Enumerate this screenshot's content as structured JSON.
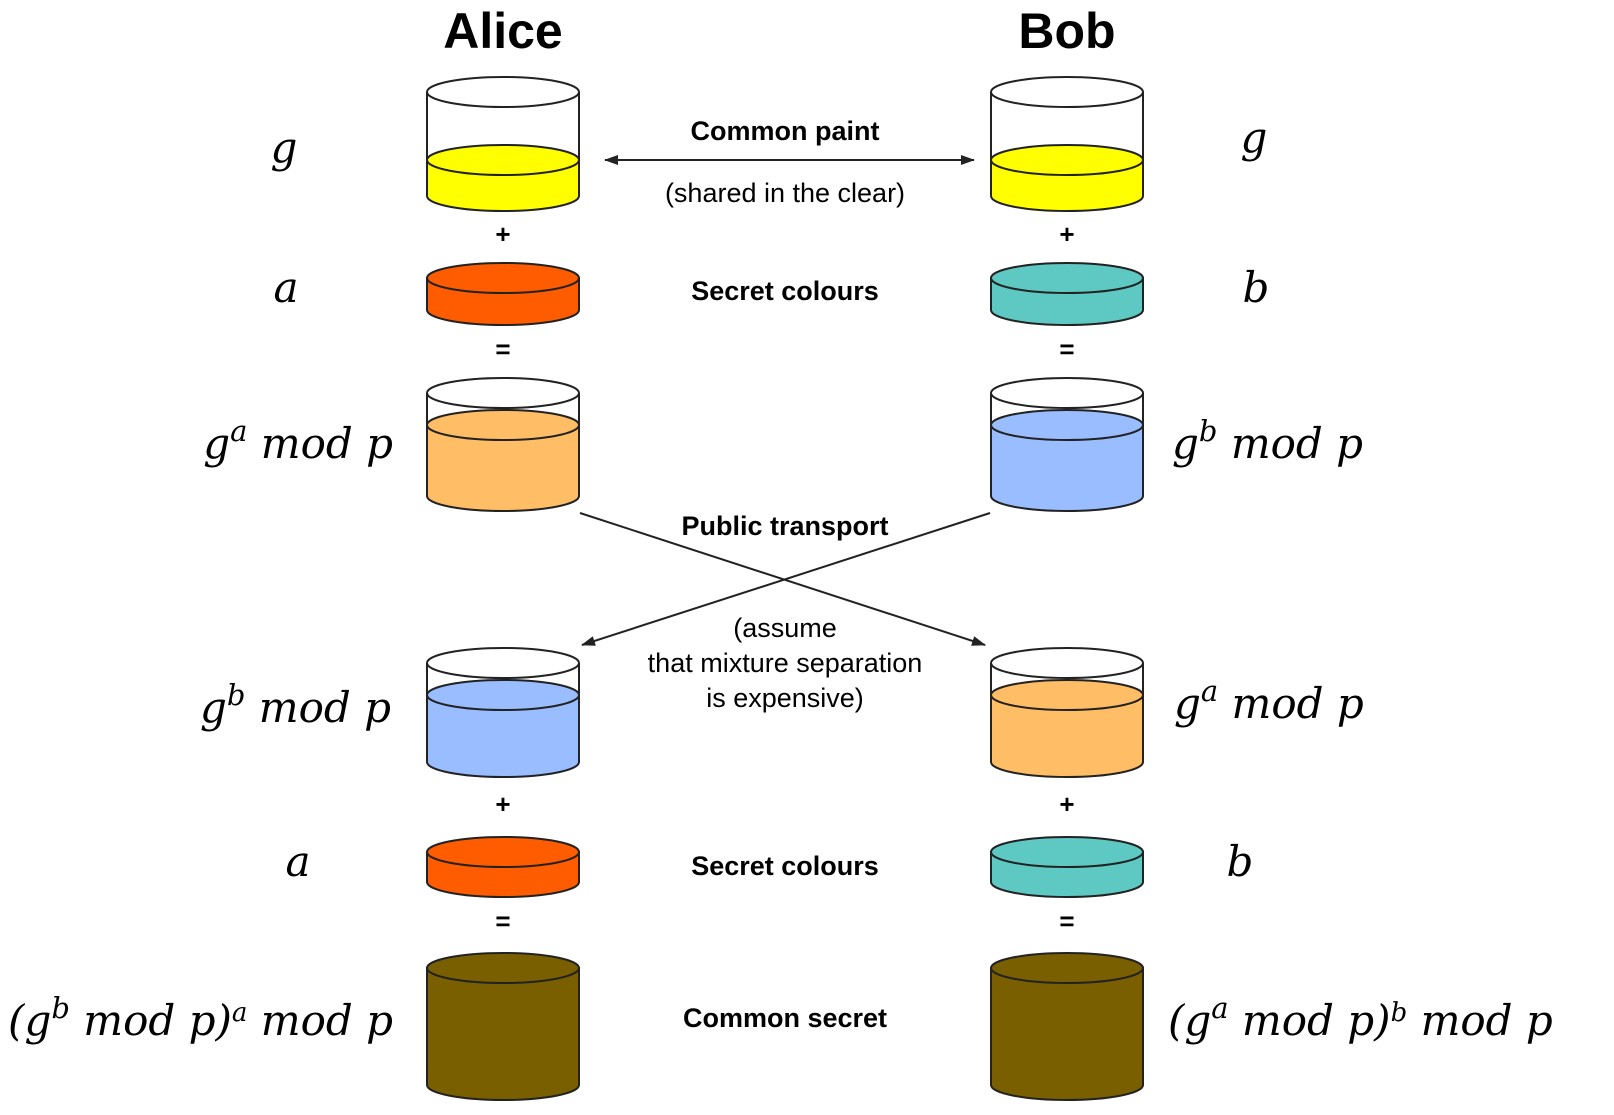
{
  "headers": {
    "alice": "Alice",
    "bob": "Bob"
  },
  "labels": {
    "common_paint": "Common paint",
    "shared_clear": "(shared in the clear)",
    "secret_colours_1": "Secret colours",
    "public_transport": "Public transport",
    "assume_line1": "(assume",
    "assume_line2": "that mixture separation",
    "assume_line3": "is expensive)",
    "secret_colours_2": "Secret colours",
    "common_secret": "Common secret"
  },
  "operators": {
    "plus": "+",
    "equals": "="
  },
  "math": {
    "g": "g",
    "a": "a",
    "b": "b",
    "mod_p": " mod p",
    "mod": " mod ",
    "p": "p",
    "open_paren": "(",
    "close_paren": ")"
  },
  "colors": {
    "yellow": "#ffff00",
    "orange_red": "#ff5c00",
    "teal": "#5ec8c2",
    "light_orange": "#ffbe66",
    "light_blue": "#99bdff",
    "olive_brown": "#7a5f00",
    "outline": "#222222"
  }
}
